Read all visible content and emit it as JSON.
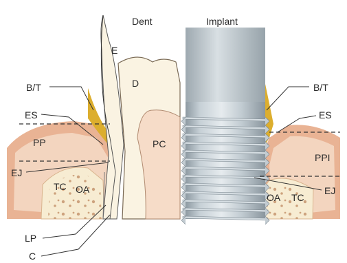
{
  "headers": {
    "tooth": "Dent",
    "implant": "Implant"
  },
  "labels": {
    "enamel": "E",
    "dentin": "D",
    "pulp_chamber": "PC",
    "bt_left": "B/T",
    "bt_right": "B/T",
    "es_left": "ES",
    "es_right": "ES",
    "pp": "PP",
    "ppi": "PPI",
    "ej_left": "EJ",
    "ej_right": "EJ",
    "tc_left": "TC",
    "tc_right": "TC",
    "oa_left": "OA",
    "oa_right": "OA",
    "lp": "LP",
    "c": "C"
  },
  "colors": {
    "background": "#ffffff",
    "soft_tissue": "#e9b394",
    "soft_tissue_inner": "#f3d5bf",
    "bone": "#f7ecd2",
    "bone_spots": "#c89a74",
    "plaque_biofilm": "#dcae2e",
    "dentin": "#faf3e2",
    "pulp": "#f6dcc8",
    "implant_metal": "#b9c4cb",
    "implant_light": "#e1e7ea",
    "implant_dark": "#8e9aa2"
  }
}
